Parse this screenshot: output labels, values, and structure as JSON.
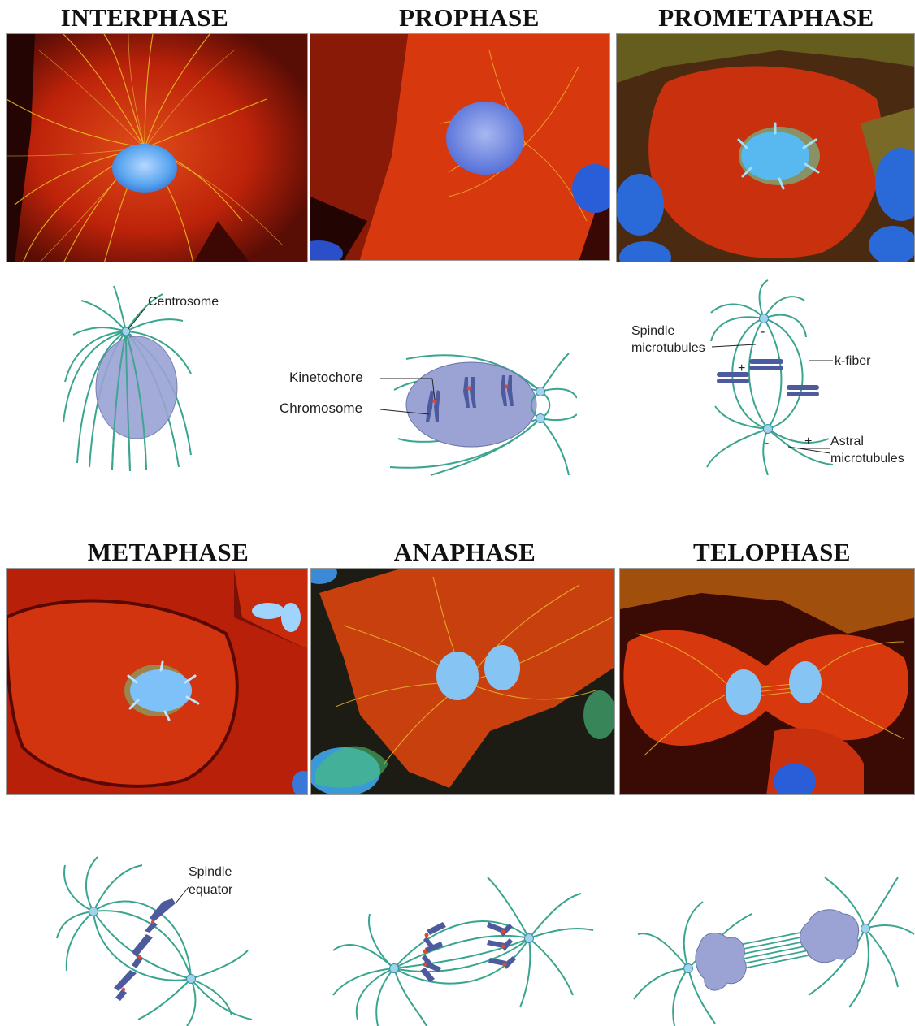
{
  "phases": [
    {
      "title": "INTERPHASE"
    },
    {
      "title": "PROPHASE"
    },
    {
      "title": "PROMETAPHASE"
    },
    {
      "title": "METAPHASE"
    },
    {
      "title": "ANAPHASE"
    },
    {
      "title": "TELOPHASE"
    }
  ],
  "labels": {
    "centrosome": "Centrosome",
    "kinetochore": "Kinetochore",
    "chromosome": "Chromosome",
    "spindle_microtubules_1": "Spindle",
    "spindle_microtubules_2": "microtubules",
    "k_fiber": "k-fiber",
    "astral_1": "Astral",
    "astral_2": "microtubules",
    "spindle_equator_1": "Spindle",
    "spindle_equator_2": "equator",
    "plus": "+",
    "minus": "-"
  },
  "colors": {
    "microtubule": "#3aa58e",
    "nucleus": "#9aa3d4",
    "chromosome": "#4d5b9e",
    "kinetochore": "#e0482a",
    "centrosome": "#9fd4ea",
    "cell_red": "#c8260c",
    "dna_blue": "#4fa8ee",
    "tubulin_yellow": "#e8c020"
  }
}
